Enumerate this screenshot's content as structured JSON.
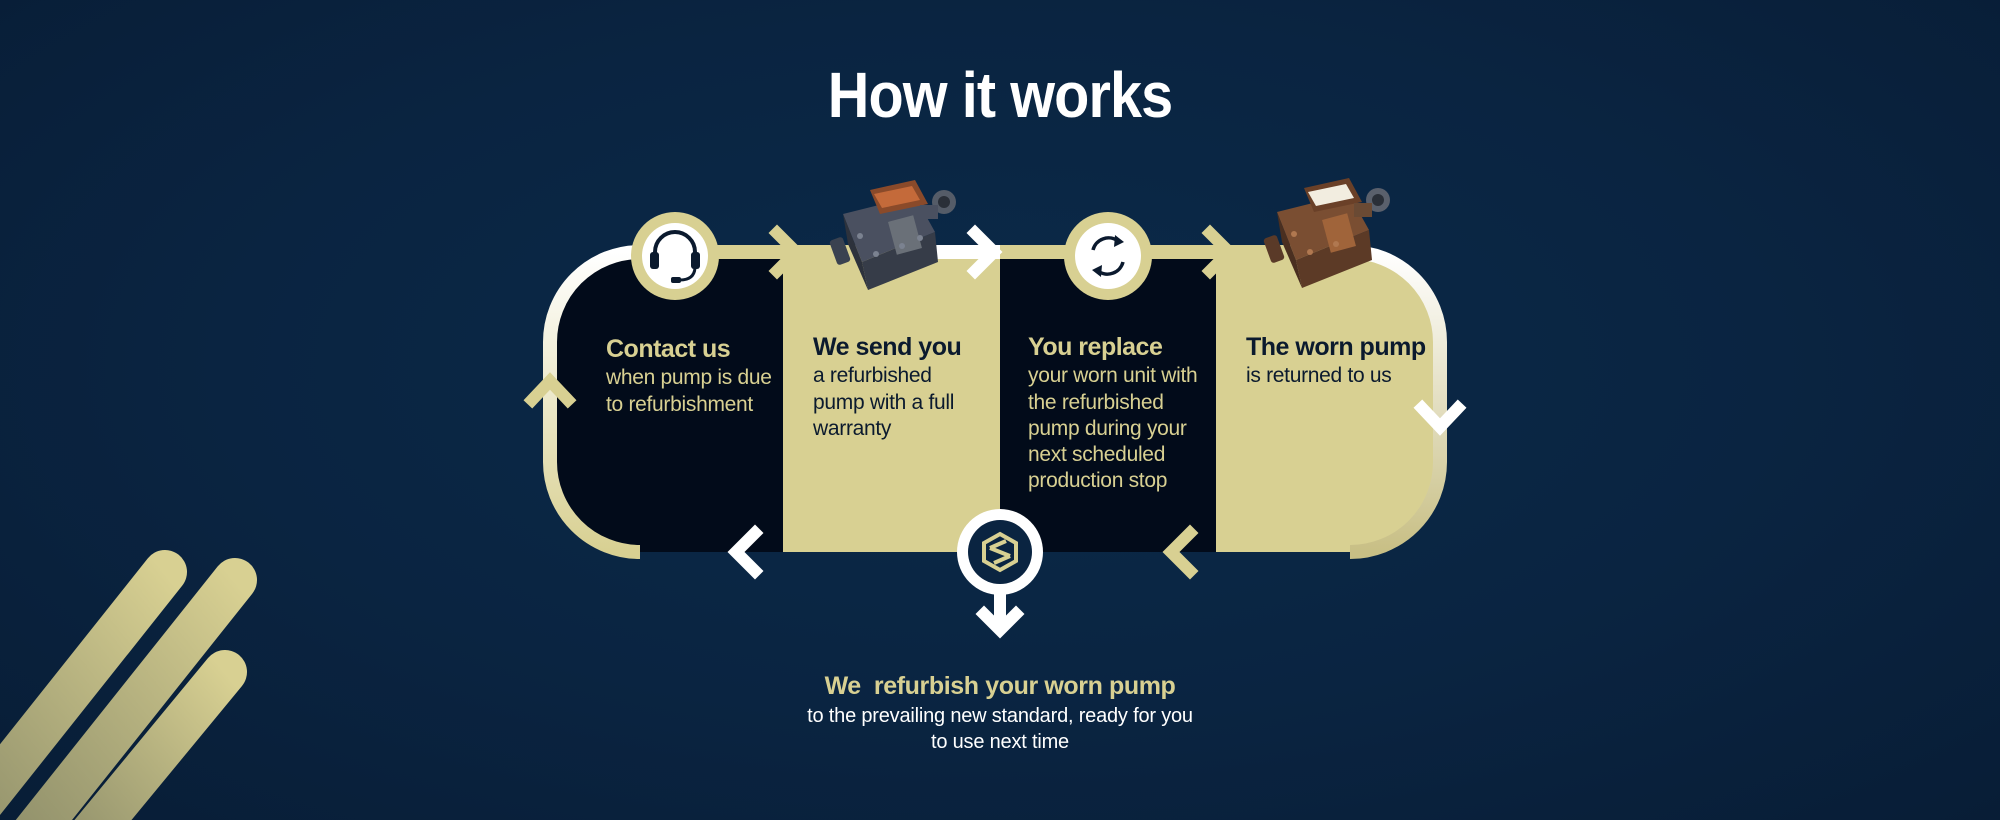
{
  "title": "How it works",
  "steps": [
    {
      "title": "Contact us",
      "description": "when pump is due to refurbishment",
      "icon": "headset-icon"
    },
    {
      "title": "We send you",
      "description": "a refurbished pump with a full warranty",
      "icon": "refurbished-pump-image"
    },
    {
      "title": "You replace",
      "description": "your worn unit with the refurbished pump during your next scheduled production stop",
      "icon": "cycle-arrows-icon"
    },
    {
      "title": "The worn pump",
      "description": "is returned to us",
      "icon": "worn-pump-image"
    }
  ],
  "refurbish": {
    "title": "We  refurbish your worn pump",
    "description": "to the prevailing new standard, ready for you to use next time",
    "icon": "company-logo-icon"
  },
  "colors": {
    "background": "#0a2441",
    "gold": "#d8d092",
    "dark_panel": "#020b1a",
    "white": "#ffffff"
  }
}
